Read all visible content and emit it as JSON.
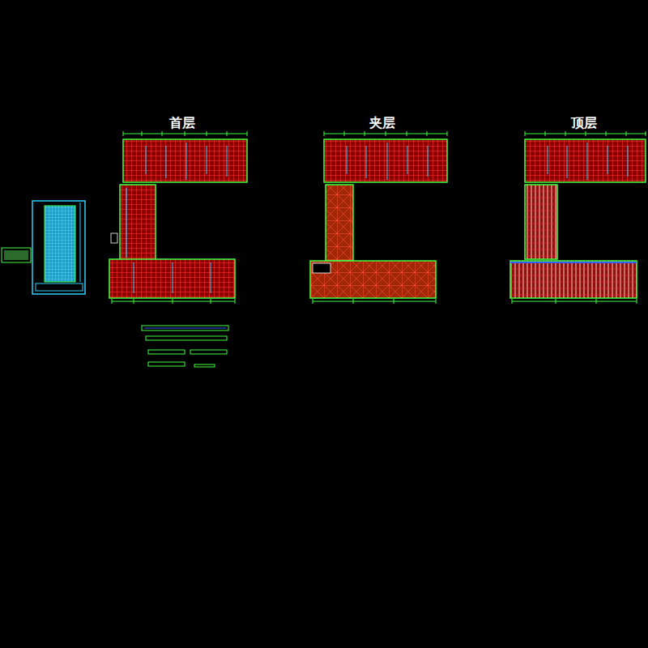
{
  "diagram": {
    "labels": [
      "首层",
      "夹层",
      "顶层"
    ]
  }
}
